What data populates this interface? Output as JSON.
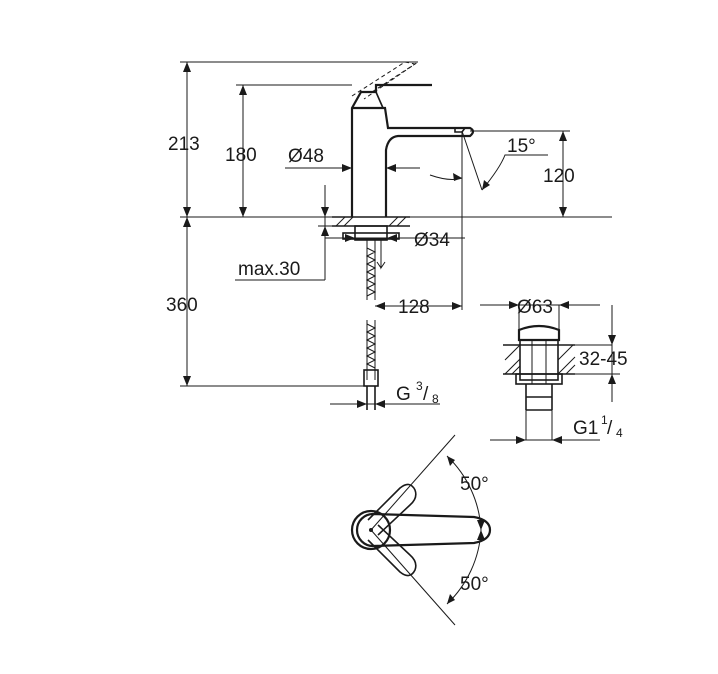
{
  "dimensions": {
    "total_height": "213",
    "spout_height": "180",
    "body_diameter": "Ø48",
    "spout_angle": "15°",
    "spout_outlet_height": "120",
    "hole_diameter": "Ø34",
    "max_deck_thickness": "max.30",
    "hose_length": "360",
    "projection": "128",
    "waste_diameter": "Ø63",
    "waste_range": "32-45",
    "hose_thread_base": "G",
    "hose_thread_num": "3",
    "hose_thread_den": "8",
    "waste_thread_base": "G1",
    "waste_thread_num": "1",
    "waste_thread_den": "4",
    "lever_angle_upper": "50°",
    "lever_angle_lower": "50°"
  }
}
